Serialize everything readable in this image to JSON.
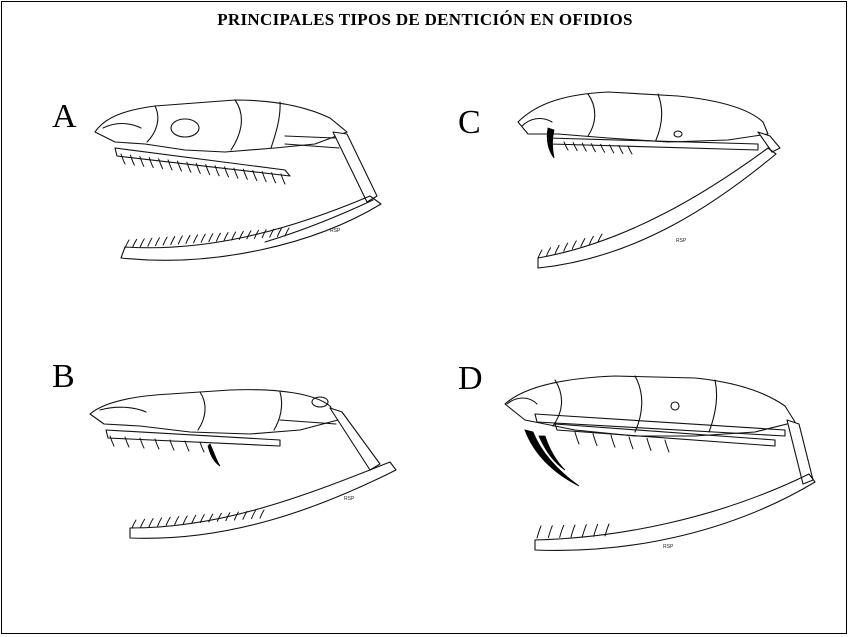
{
  "title": "PRINCIPALES TIPOS DE DENTICIÓN EN OFIDIOS",
  "panels": [
    {
      "label": "A",
      "signature": "RSP"
    },
    {
      "label": "B",
      "signature": "RSP"
    },
    {
      "label": "C",
      "signature": "RSP"
    },
    {
      "label": "D",
      "signature": "RSP"
    }
  ],
  "colors": {
    "ink": "#111111",
    "fang": "#000000",
    "background": "#ffffff"
  }
}
